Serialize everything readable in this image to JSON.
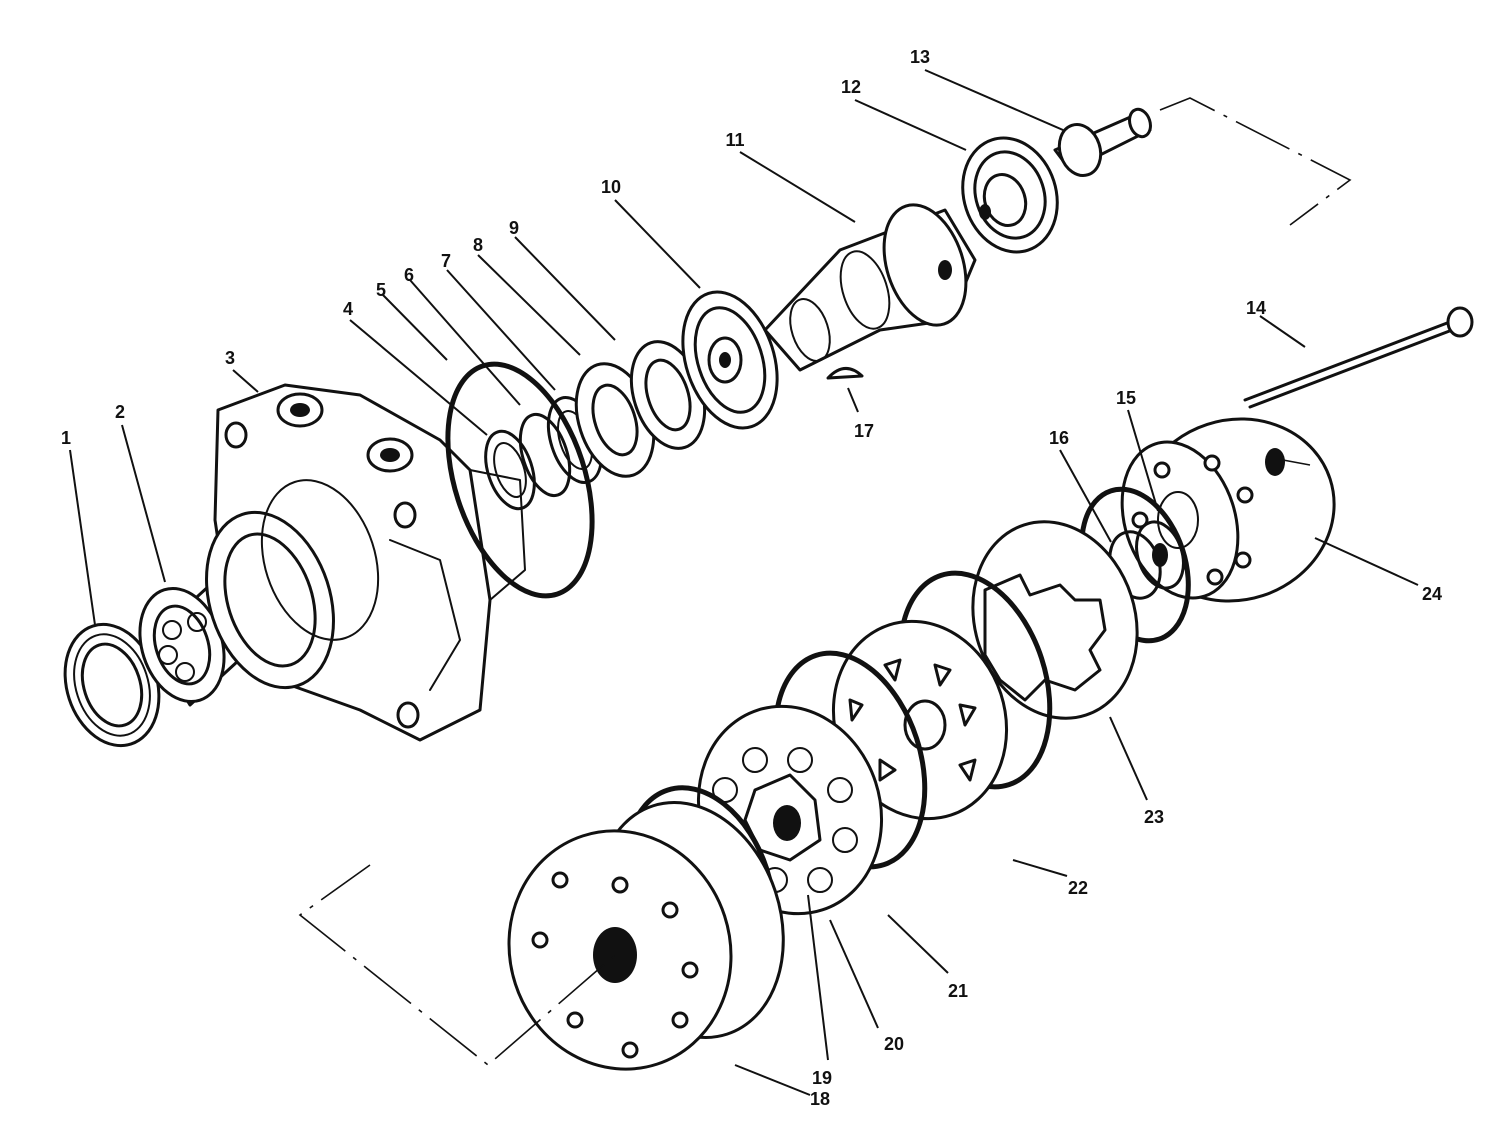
{
  "labels": [
    "1",
    "2",
    "3",
    "4",
    "5",
    "6",
    "7",
    "8",
    "9",
    "10",
    "11",
    "12",
    "13",
    "14",
    "15",
    "16",
    "17",
    "18",
    "19",
    "20",
    "21",
    "22",
    "23",
    "24"
  ],
  "colors": {
    "ink": "#111111",
    "paper": "#ffffff"
  }
}
